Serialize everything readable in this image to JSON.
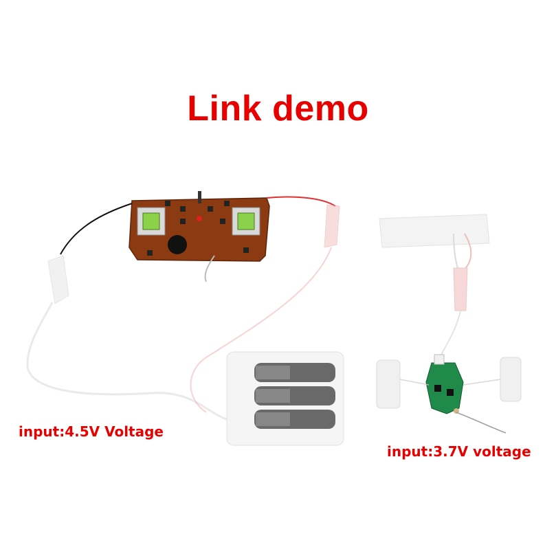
{
  "title": "Link demo",
  "labels": {
    "transmitter_input": "input:4.5V Voltage",
    "receiver_input": "input:3.7V voltage"
  },
  "colors": {
    "title": "#e60000",
    "label": "#e60000",
    "pcb_brown": "#8b3a12",
    "pcb_green": "#1f8a4a",
    "wire_red": "#e03030",
    "wire_black": "#111111",
    "translucent": "#e8e8e8"
  }
}
